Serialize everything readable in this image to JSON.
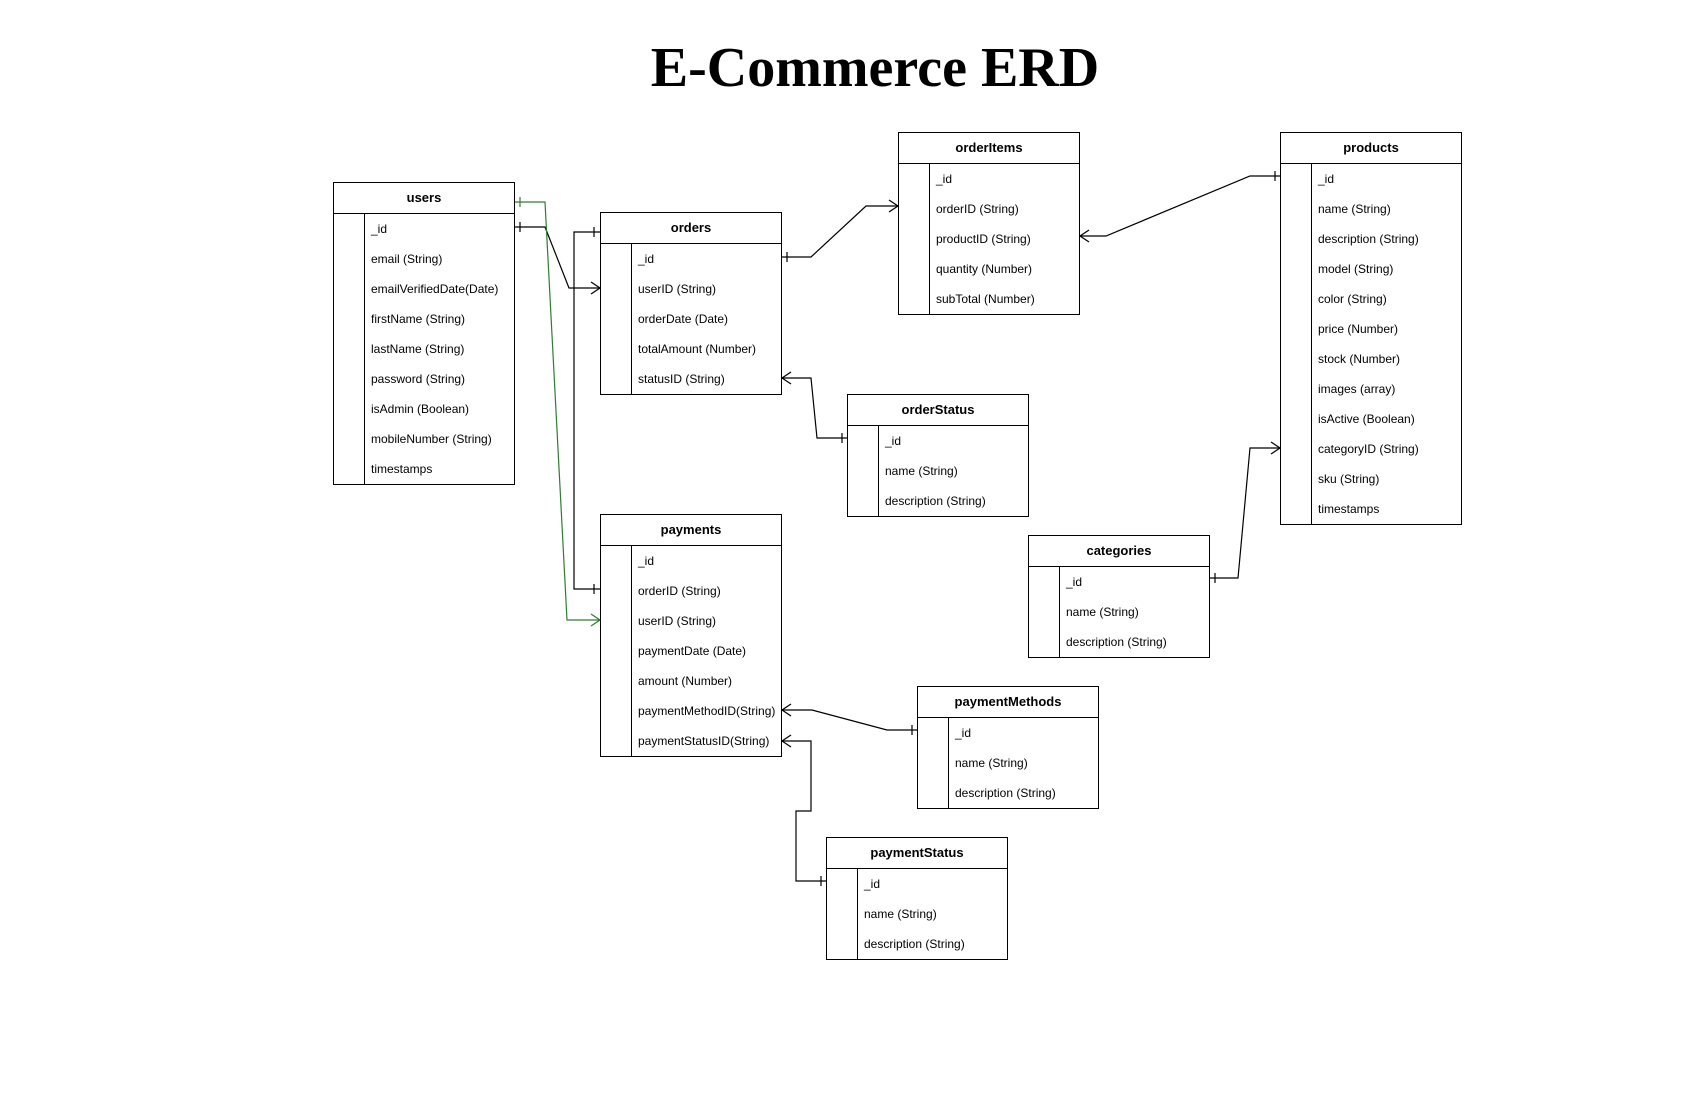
{
  "diagram_title": "E-Commerce ERD",
  "line_colors": {
    "default": "#000000",
    "highlight": "#2e7d32"
  },
  "entities": {
    "users": {
      "name": "users",
      "fields": [
        "_id",
        "email (String)",
        "emailVerifiedDate(Date)",
        "firstName (String)",
        "lastName (String)",
        "password (String)",
        "isAdmin (Boolean)",
        "mobileNumber (String)",
        "timestamps"
      ]
    },
    "orders": {
      "name": "orders",
      "fields": [
        "_id",
        "userID (String)",
        "orderDate (Date)",
        "totalAmount (Number)",
        "statusID (String)"
      ]
    },
    "orderItems": {
      "name": "orderItems",
      "fields": [
        "_id",
        "orderID (String)",
        "productID (String)",
        "quantity (Number)",
        "subTotal (Number)"
      ]
    },
    "products": {
      "name": "products",
      "fields": [
        "_id",
        "name (String)",
        "description (String)",
        "model (String)",
        "color (String)",
        "price (Number)",
        "stock (Number)",
        "images (array)",
        "isActive (Boolean)",
        "categoryID (String)",
        "sku (String)",
        "timestamps"
      ]
    },
    "orderStatus": {
      "name": "orderStatus",
      "fields": [
        "_id",
        "name (String)",
        "description (String)"
      ]
    },
    "payments": {
      "name": "payments",
      "fields": [
        "_id",
        "orderID (String)",
        "userID (String)",
        "paymentDate (Date)",
        "amount (Number)",
        "paymentMethodID(String)",
        "paymentStatusID(String)"
      ]
    },
    "categories": {
      "name": "categories",
      "fields": [
        "_id",
        "name (String)",
        "description (String)"
      ]
    },
    "paymentMethods": {
      "name": "paymentMethods",
      "fields": [
        "_id",
        "name (String)",
        "description (String)"
      ]
    },
    "paymentStatus": {
      "name": "paymentStatus",
      "fields": [
        "_id",
        "name (String)",
        "description (String)"
      ]
    }
  },
  "relationships": [
    {
      "from": "users._id",
      "to": "orders.userID",
      "cardinality": "one-to-many",
      "color": "default"
    },
    {
      "from": "users",
      "to": "payments.userID",
      "cardinality": "one-to-many",
      "color": "highlight"
    },
    {
      "from": "orders",
      "to": "payments.orderID",
      "cardinality": "one-to-one",
      "color": "default"
    },
    {
      "from": "orders._id",
      "to": "orderItems.orderID",
      "cardinality": "one-to-many",
      "color": "default"
    },
    {
      "from": "products._id",
      "to": "orderItems.productID",
      "cardinality": "one-to-many",
      "color": "default"
    },
    {
      "from": "orderStatus._id",
      "to": "orders.statusID",
      "cardinality": "one-to-many",
      "color": "default"
    },
    {
      "from": "categories._id",
      "to": "products.categoryID",
      "cardinality": "one-to-many",
      "color": "default"
    },
    {
      "from": "paymentMethods._id",
      "to": "payments.paymentMethodID",
      "cardinality": "one-to-many",
      "color": "default"
    },
    {
      "from": "paymentStatus._id",
      "to": "payments.paymentStatusID",
      "cardinality": "one-to-many",
      "color": "default"
    }
  ]
}
